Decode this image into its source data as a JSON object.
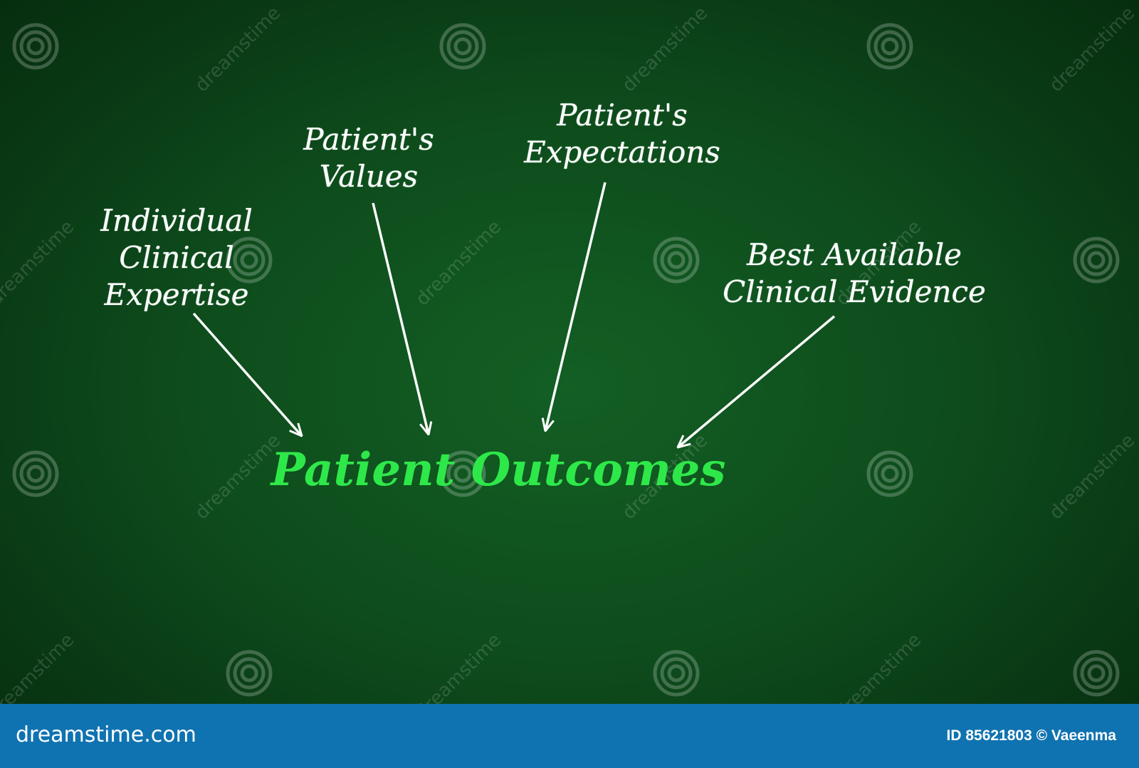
{
  "diagram": {
    "sources": [
      {
        "lines": [
          "Individual",
          "Clinical",
          "Expertise"
        ]
      },
      {
        "lines": [
          "Patient's",
          "Values"
        ]
      },
      {
        "lines": [
          "Patient's",
          "Expectations"
        ]
      },
      {
        "lines": [
          "Best Available",
          "Clinical Evidence"
        ]
      }
    ],
    "target": "Patient Outcomes"
  },
  "watermark": {
    "text": "dreamstime"
  },
  "footer": {
    "logo": "dreamstime.com",
    "credit": "ID 85621803 © Vaeenma"
  },
  "colors": {
    "background": "#0e4c1c",
    "label_text": "#ffffff",
    "title_text": "#2ee84a",
    "footer_bar": "#0f73b1"
  }
}
